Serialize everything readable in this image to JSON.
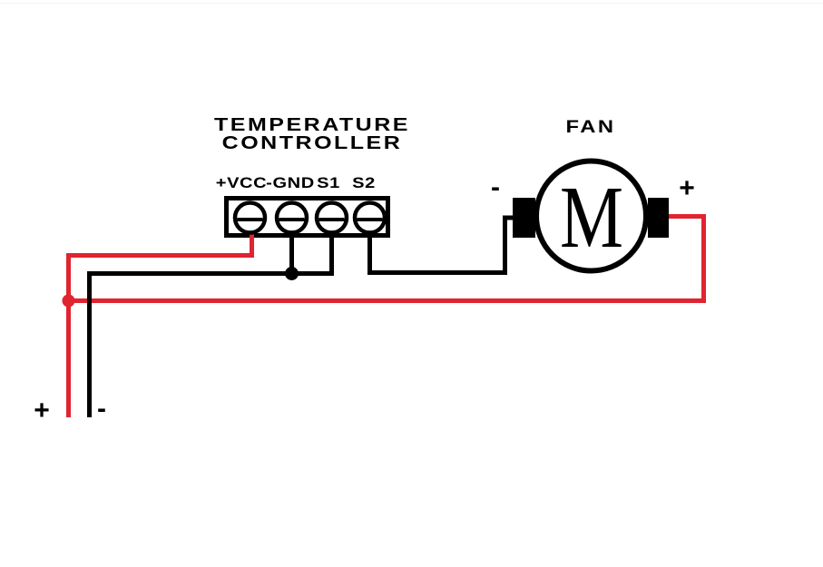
{
  "controller": {
    "title_line1": "TEMPERATURE",
    "title_line2": "CONTROLLER",
    "terminal_labels": [
      "+VCC",
      "-GND",
      "S1",
      "S2"
    ]
  },
  "fan": {
    "label": "FAN",
    "motor_letter": "M",
    "negative_terminal_label": "-",
    "positive_terminal_label": "+"
  },
  "power_supply": {
    "positive_lead_label": "+",
    "negative_lead_label": "-"
  },
  "colors": {
    "positive_wire": "#e02430",
    "negative_wire": "#000000"
  }
}
